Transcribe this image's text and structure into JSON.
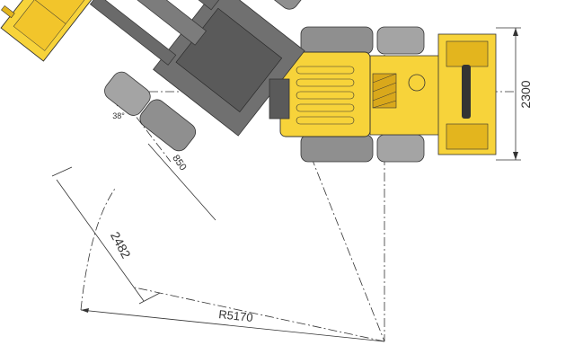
{
  "dimensions": {
    "width_total": "2300",
    "bucket_width": "2482",
    "turn_radius": "R5170",
    "articulation_angle": "38°",
    "cylinder_spacing": "850"
  },
  "colors": {
    "body_yellow": "#f7d33a",
    "body_yellow_dark": "#e3b51e",
    "tire_gray": "#9a9a9a",
    "tire_dark": "#5a5a5a",
    "frame_gray": "#707070",
    "line": "#333333"
  }
}
